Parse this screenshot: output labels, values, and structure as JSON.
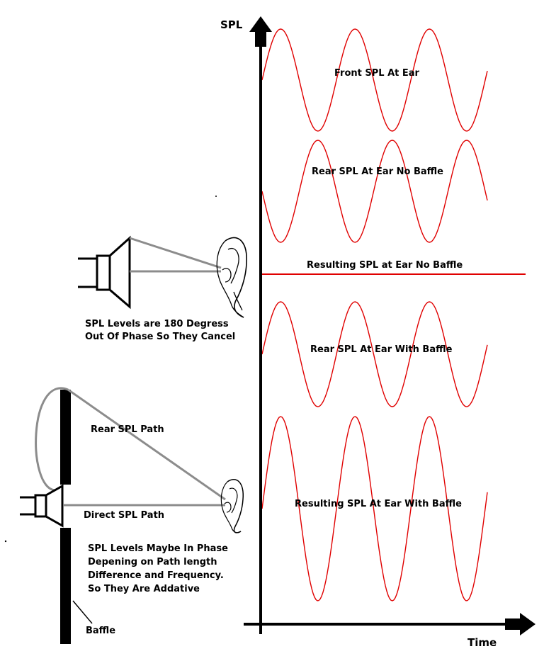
{
  "axes": {
    "y_label": "SPL",
    "x_label": "Time"
  },
  "wave_labels": {
    "front": "Front SPL At Ear",
    "rear_no_baffle": "Rear SPL At Ear No Baffle",
    "result_no_baffle": "Resulting SPL at Ear No Baffle",
    "rear_with_baffle": "Rear SPL At Ear With Baffle",
    "result_with_baffle": "Resulting SPL At Ear With Baffle"
  },
  "no_baffle_note": {
    "line1": "SPL Levels are 180 Degress",
    "line2": "Out Of Phase So They Cancel"
  },
  "baffle_section": {
    "rear_path": "Rear SPL Path",
    "direct_path": "Direct SPL Path",
    "baffle": "Baffle",
    "note_line1": "SPL Levels Maybe In Phase",
    "note_line2": "Depening on Path length",
    "note_line3": "Difference and Frequency.",
    "note_line4": "So They Are Addative"
  },
  "colors": {
    "wave": "#e00000",
    "axis": "#000000",
    "path": "#8c8c8c"
  }
}
